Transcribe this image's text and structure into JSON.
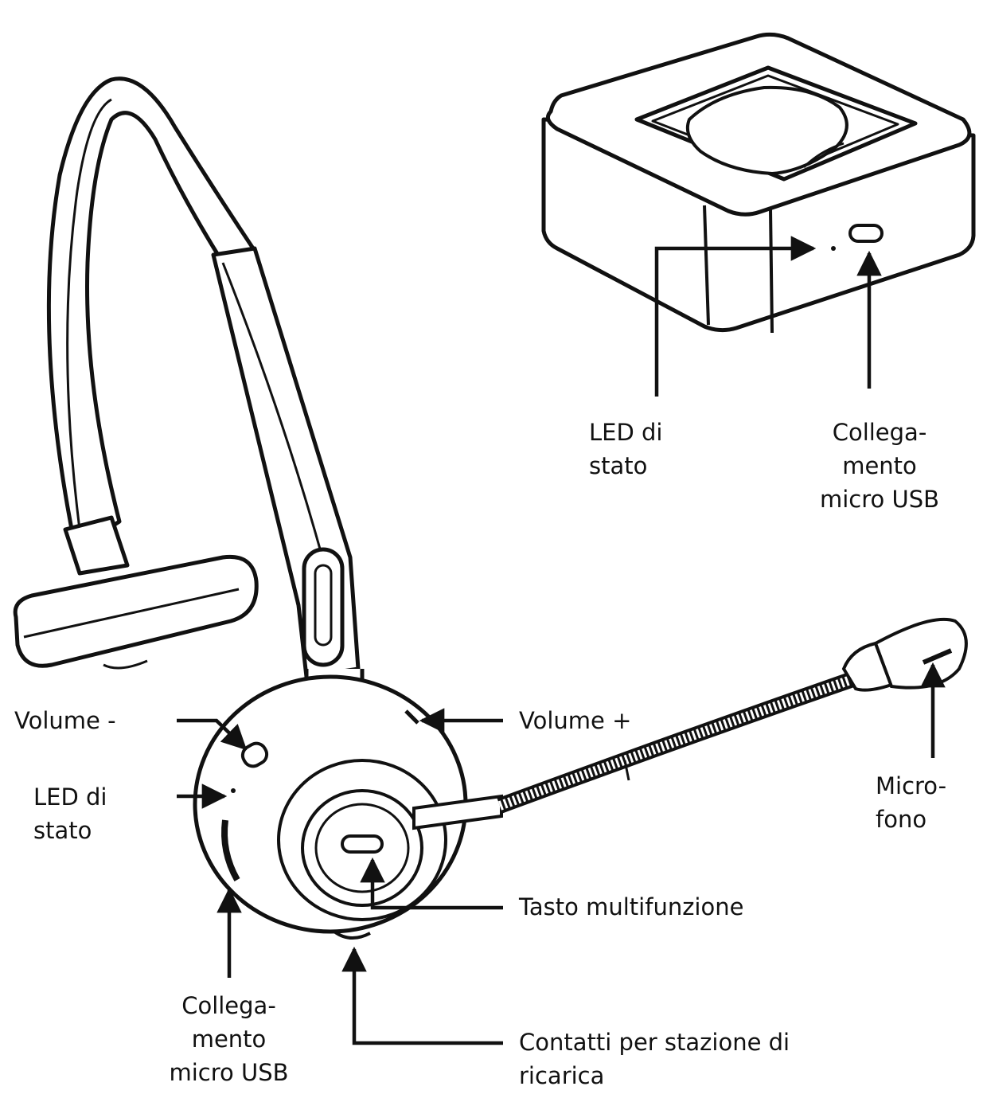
{
  "colors": {
    "line": "#111111",
    "fill": "#ffffff",
    "shade": "#dcdcdc"
  },
  "labels": {
    "base_status_led": "LED di\nstato",
    "base_micro_usb": "Collega-\nmento\nmicro USB",
    "volume_minus": "Volume -",
    "volume_plus": "Volume +",
    "headset_status_led": "LED di\nstato",
    "microphone": "Micro-\nfono",
    "multifunction_button": "Tasto multifunzione",
    "headset_micro_usb": "Collega-\nmento\nmicro USB",
    "charging_contacts": "Contatti per stazione di\nricarica"
  }
}
